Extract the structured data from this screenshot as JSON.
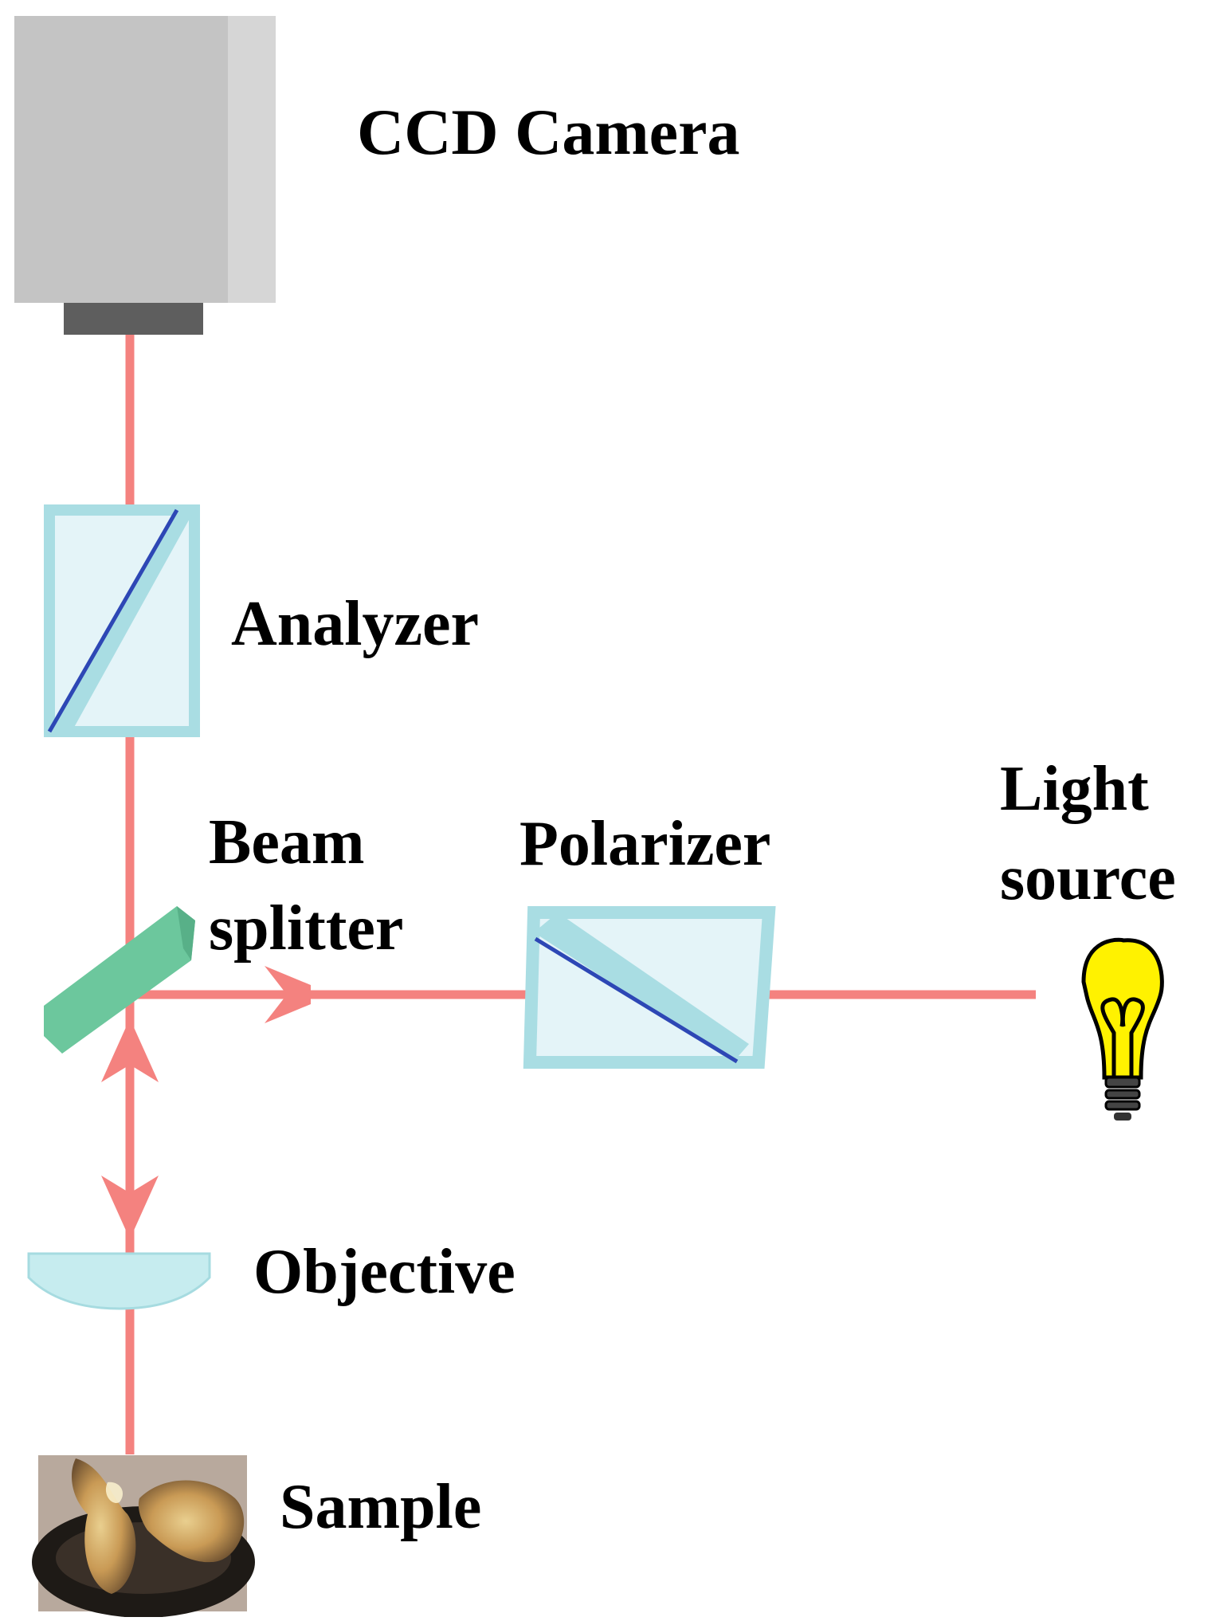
{
  "labels": {
    "ccd_camera": "CCD Camera",
    "analyzer": "Analyzer",
    "beam_line1": "Beam",
    "beam_line2": "splitter",
    "polarizer": "Polarizer",
    "light_line1": "Light",
    "light_line2": "source",
    "objective": "Objective",
    "sample": "Sample"
  },
  "colors": {
    "beam": "#f4827f",
    "camera_body": "#c4c4c4",
    "camera_side": "#d6d6d6",
    "camera_lens": "#5e5e5e",
    "prism_face": "#e4f4f8",
    "prism_edge": "#a9dde3",
    "polarizing_line": "#2d47b5",
    "beam_splitter": "#6cc79d",
    "bulb_glass": "#fff200",
    "objective_lens": "#c6ecef"
  },
  "icons": {
    "camera": "ccd-camera-icon",
    "bulb": "light-bulb-icon",
    "sample": "sample-photo-icon"
  }
}
